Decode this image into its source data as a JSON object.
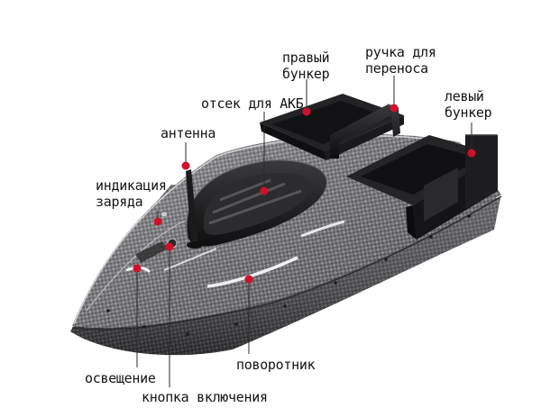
{
  "callouts": {
    "right_hopper": {
      "lines": [
        "правый",
        "бункер"
      ]
    },
    "carry_handle": {
      "lines": [
        "ручка для",
        "переноса"
      ]
    },
    "left_hopper": {
      "lines": [
        "левый",
        "бункер"
      ]
    },
    "battery_compartment": {
      "text": "отсек для АКБ"
    },
    "antenna": {
      "text": "антенна"
    },
    "charge_indicator": {
      "lines": [
        "индикация",
        "заряда"
      ]
    },
    "lighting": {
      "text": "освещение"
    },
    "power_button": {
      "text": "кнопка включения"
    },
    "turn_signal": {
      "text": "поворотник"
    }
  },
  "colors": {
    "marker": "#d0102a",
    "leader": "#2a2a2a",
    "hull_dark": "#3c3c40",
    "hull_light": "#8e8e92",
    "plastic": "#1b1b1d"
  }
}
